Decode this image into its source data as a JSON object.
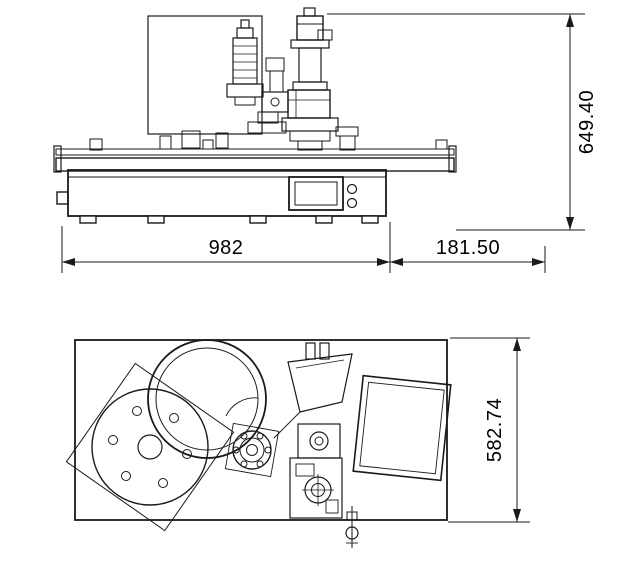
{
  "dimensions": {
    "overall_height": "649.40",
    "base_width": "982",
    "side_extension": "181.50",
    "overall_depth": "582.74"
  },
  "colors": {
    "line": "#1a1a1a",
    "text": "#000000",
    "background": "#ffffff"
  }
}
